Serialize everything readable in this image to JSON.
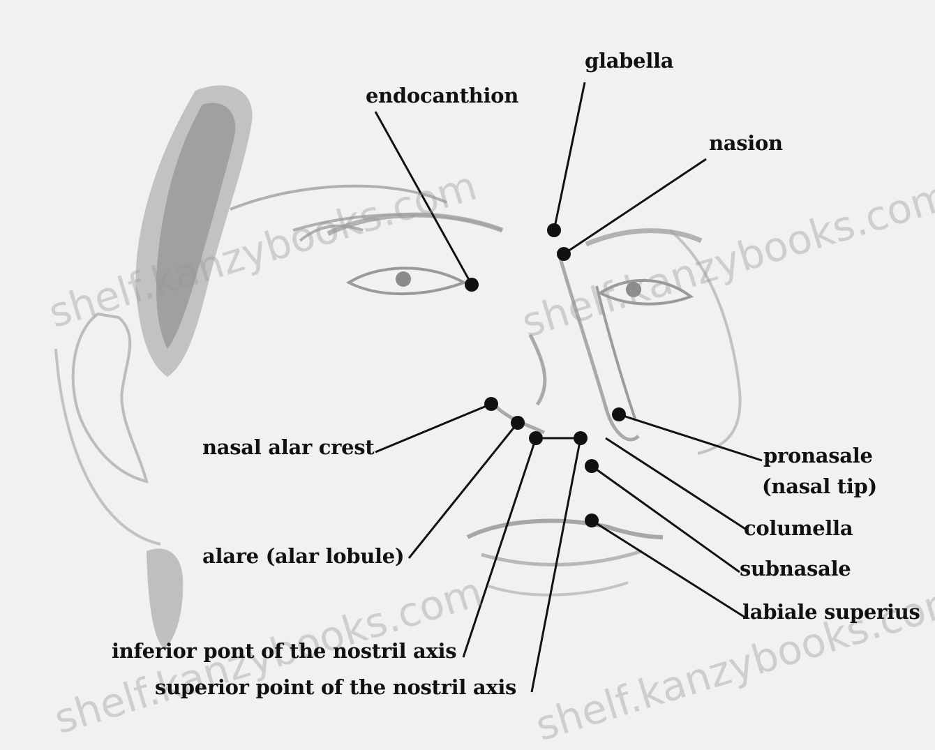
{
  "labels": {
    "glabella": "glabella",
    "endocanthion": "endocanthion",
    "nasion": "nasion",
    "nasal_alar_crest": "nasal alar crest",
    "pronasale": "pronasale",
    "nasal_tip": "(nasal tip)",
    "alare": "alare (alar lobule)",
    "columella": "columella",
    "subnasale": "subnasale",
    "labiale_superius": "labiale superius",
    "inferior_point": "inferior pont of the nostril axis",
    "superior_point": "superior point of the nostril axis"
  },
  "watermark": "shelf.kanzybooks.com",
  "colors": {
    "background": "#f1f1f1",
    "ink": "#111111",
    "sketch": "#b5b5b5",
    "watermark": "#969696"
  }
}
